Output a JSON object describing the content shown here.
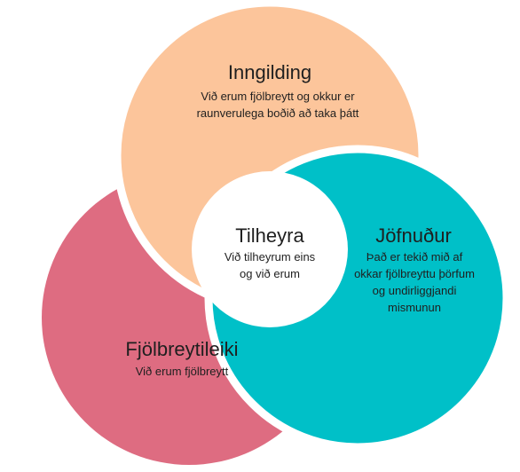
{
  "diagram": {
    "colors": {
      "inngilding": "#fcc59b",
      "fjolbreytileiki": "#de6c81",
      "jofnudur": "#00c0c8",
      "center": "#ffffff",
      "separator": "#ffffff"
    },
    "inngilding": {
      "title": "Inngilding",
      "body": "Við erum fjölbreytt og okkur er raunverulega boðið að taka þátt"
    },
    "fjolbreytileiki": {
      "title": "Fjölbreytileiki",
      "body": "Við erum fjölbreytt"
    },
    "jofnudur": {
      "title": "Jöfnuður",
      "body": "Það er tekið mið af okkar fjölbreyttu þörfum og undirliggjandi mismunun"
    },
    "center": {
      "title": "Tilheyra",
      "body": "Við tilheyrum eins og við erum"
    }
  }
}
